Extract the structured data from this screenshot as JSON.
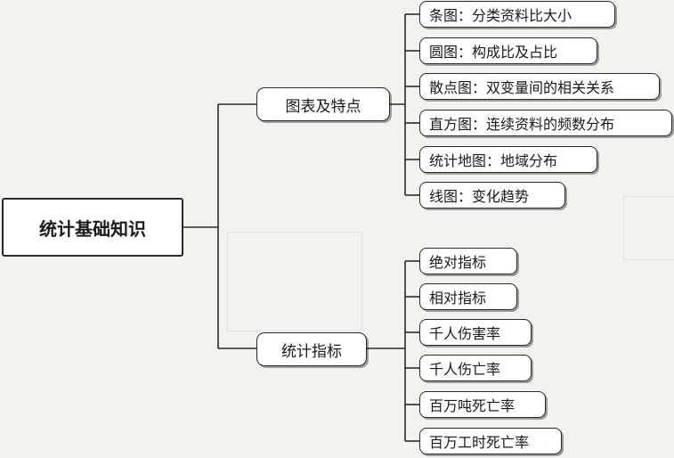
{
  "root": {
    "label": "统计基础知识"
  },
  "branches": [
    {
      "label": "图表及特点",
      "children": [
        "条图：分类资料比大小",
        "圆图：构成比及占比",
        "散点图：双变量间的相关关系",
        "直方图：连续资料的频数分布",
        "统计地图：地域分布",
        "线图：变化趋势"
      ]
    },
    {
      "label": "统计指标",
      "children": [
        "绝对指标",
        "相对指标",
        "千人伤害率",
        "千人伤亡率",
        "百万吨死亡率",
        "百万工时死亡率"
      ]
    }
  ],
  "colors": {
    "line": "#2a2a2a",
    "background": "#f3f2ef",
    "node_fill": "#ffffff"
  }
}
